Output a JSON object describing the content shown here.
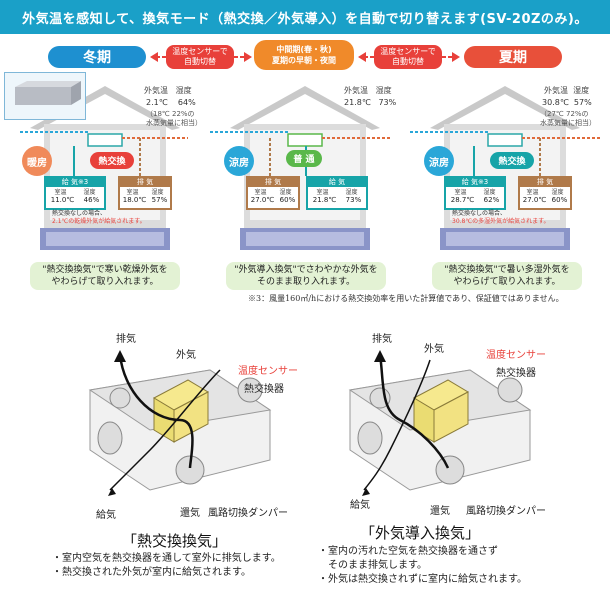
{
  "banner": "外気温を感知して、換気モード（熱交換／外気導入）を自動で切り替えます(SV-20Zのみ)。",
  "seasons": {
    "winter": "冬期",
    "middle": [
      "中間期(春・秋)",
      "夏期の早朝・夜間"
    ],
    "summer": "夏期"
  },
  "sensor_tag": [
    "温度センサーで",
    "自動切替"
  ],
  "winter": {
    "outside_header": [
      "外気温",
      "湿度"
    ],
    "outside_values": [
      "2.1℃",
      "64%"
    ],
    "outside_note": [
      "（18℃ 22%の",
      "水蒸気量に相当）"
    ],
    "mode_label": "暖房",
    "exchange_label": "熱交換",
    "supply_title": "給 気※3",
    "supply_header": [
      "室温",
      "湿度"
    ],
    "supply_values": [
      "11.0℃",
      "46%"
    ],
    "exhaust_title": "排 気",
    "exhaust_header": [
      "室温",
      "湿度"
    ],
    "exhaust_values": [
      "18.0℃",
      "57%"
    ],
    "note": [
      "熱交換なしの場合、",
      "2.1℃の乾燥外気が給気されます。"
    ],
    "caption": [
      "\"熱交換換気\"で寒い乾燥外気を",
      "やわらげて取り入れます。"
    ]
  },
  "middle": {
    "outside_header": [
      "外気温",
      "湿度"
    ],
    "outside_values": [
      "21.8℃",
      "73%"
    ],
    "mode_label": "涼房",
    "normal_label": "普 通",
    "supply_title": "給 気",
    "supply_header": [
      "室温",
      "湿度"
    ],
    "supply_values": [
      "21.8℃",
      "73%"
    ],
    "exhaust_title": "排 気",
    "exhaust_header": [
      "室温",
      "湿度"
    ],
    "exhaust_values": [
      "27.0℃",
      "60%"
    ],
    "caption": [
      "\"外気導入換気\"でさわやかな外気を",
      "そのまま取り入れます。"
    ]
  },
  "summer": {
    "outside_header": [
      "外気温",
      "湿度"
    ],
    "outside_values": [
      "30.8℃",
      "57%"
    ],
    "outside_note": [
      "（27℃ 72%の",
      "水蒸気量に相当）"
    ],
    "mode_label": "涼房",
    "exchange_label": "熱交換",
    "supply_title": "給 気※3",
    "supply_header": [
      "室温",
      "湿度"
    ],
    "supply_values": [
      "28.7℃",
      "62%"
    ],
    "exhaust_title": "排 気",
    "exhaust_header": [
      "室温",
      "湿度"
    ],
    "exhaust_values": [
      "27.0℃",
      "60%"
    ],
    "note": [
      "熱交換なしの場合、",
      "30.8℃の多湿外気が給気されます。"
    ],
    "caption": [
      "\"熱交換換気\"で暑い多湿外気を",
      "やわらげて取り入れます。"
    ]
  },
  "footnote": "※3：風量160㎥/hにおける熱交換効率を用いた計算値であり、保証値ではありません。",
  "diagram_left": {
    "exhaust": "排気",
    "outside": "外気",
    "sensor": "温度センサー",
    "exchanger": "熱交換器",
    "supply": "給気",
    "return": "還気",
    "damper": "風路切換ダンパー",
    "title": "「熱交換換気」",
    "bullets": [
      "・室内空気を熱交換器を通して室外に排気します。",
      "・熱交換された外気が室内に給気されます。"
    ]
  },
  "diagram_right": {
    "exhaust": "排気",
    "outside": "外気",
    "sensor": "温度センサー",
    "exchanger": "熱交換器",
    "supply": "給気",
    "return": "還気",
    "damper": "風路切換ダンパー",
    "title": "「外気導入換気」",
    "bullets": [
      "・室内の汚れた空気を熱交換器を通さず",
      "　そのまま排気します。",
      "・外気は熱交換されずに室内に給気されます。"
    ]
  },
  "colors": {
    "banner": "#1aa0c8",
    "winter": "#1e90d0",
    "middle": "#f08a2a",
    "summer": "#e8503a",
    "sensor_tag": "#e8403a",
    "supply_box": "#17a4a8",
    "exhaust_box": "#b07a4a",
    "house_gray": "#c9c9c9"
  }
}
